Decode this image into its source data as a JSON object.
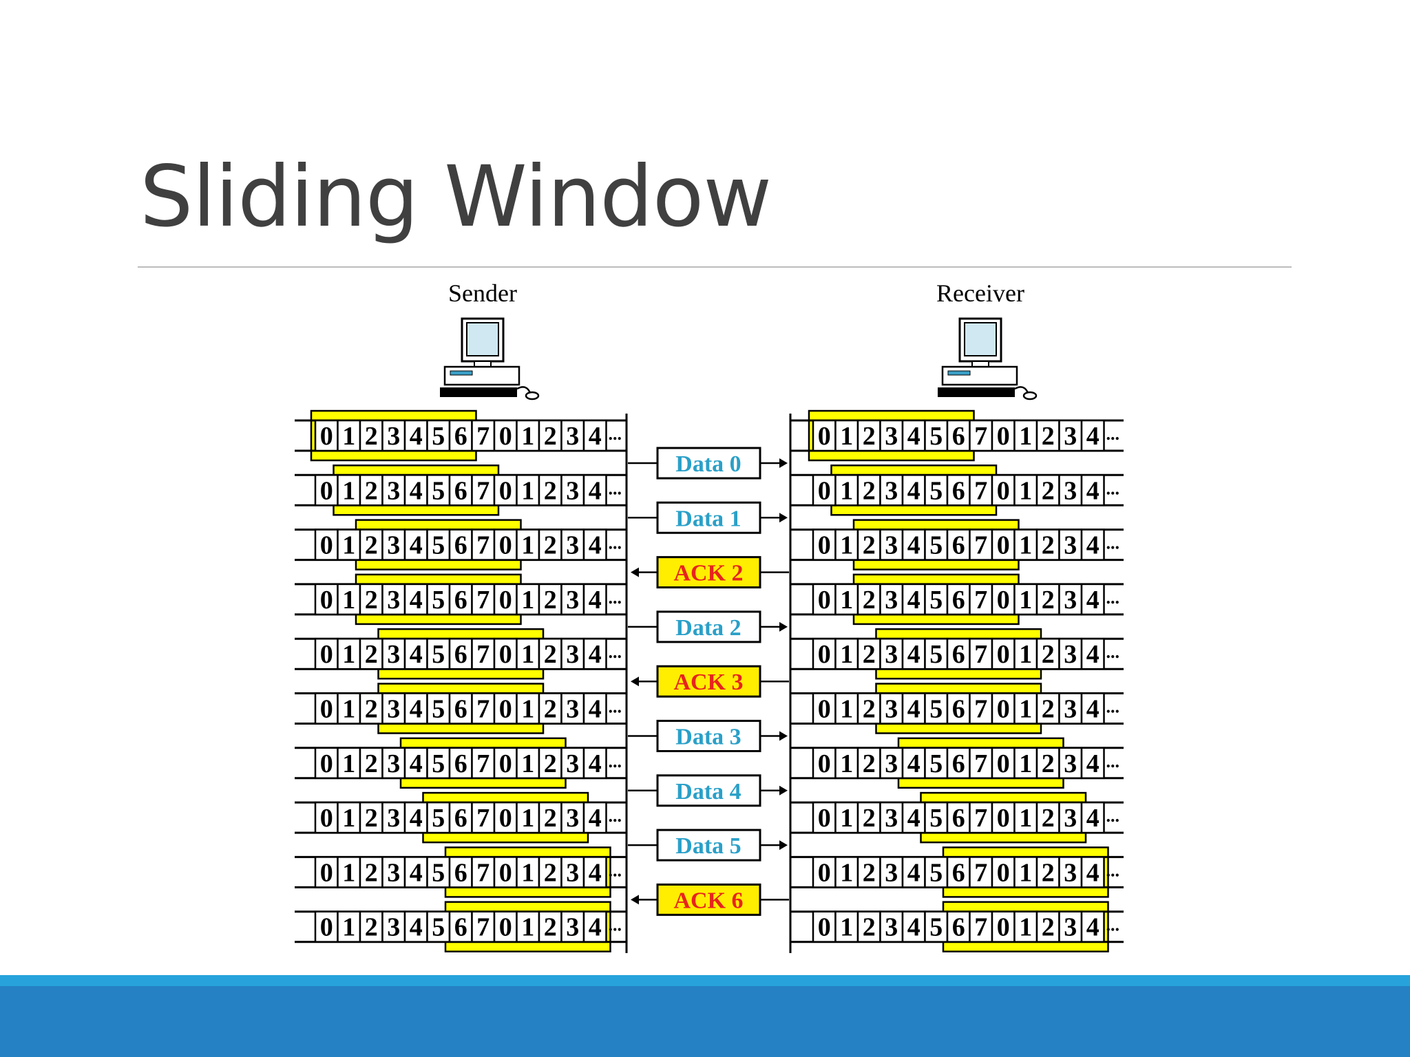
{
  "slide": {
    "title": "Sliding Window"
  },
  "diagram": {
    "sender_label": "Sender",
    "receiver_label": "Receiver",
    "sequence": [
      "0",
      "1",
      "2",
      "3",
      "4",
      "5",
      "6",
      "7",
      "0",
      "1",
      "2",
      "3",
      "4"
    ],
    "ellipsis": "...",
    "window_size": 7,
    "sender_window_starts": [
      0,
      1,
      2,
      2,
      3,
      3,
      4,
      5,
      6,
      6
    ],
    "receiver_window_starts": [
      0,
      1,
      2,
      2,
      3,
      3,
      4,
      5,
      6,
      6
    ],
    "frames": [
      {
        "label": "Data 0",
        "kind": "data"
      },
      {
        "label": "Data 1",
        "kind": "data"
      },
      {
        "label": "ACK 2",
        "kind": "ack"
      },
      {
        "label": "Data 2",
        "kind": "data"
      },
      {
        "label": "ACK 3",
        "kind": "ack"
      },
      {
        "label": "Data 3",
        "kind": "data"
      },
      {
        "label": "Data 4",
        "kind": "data"
      },
      {
        "label": "Data 5",
        "kind": "data"
      },
      {
        "label": "ACK 6",
        "kind": "ack"
      }
    ],
    "colors": {
      "window_fill": "#ffff00",
      "data_text": "#2aa0c8",
      "ack_text": "#e8231d",
      "ack_fill": "#ffee00",
      "line": "#000000",
      "monitor_screen": "#cfe8f2"
    }
  }
}
